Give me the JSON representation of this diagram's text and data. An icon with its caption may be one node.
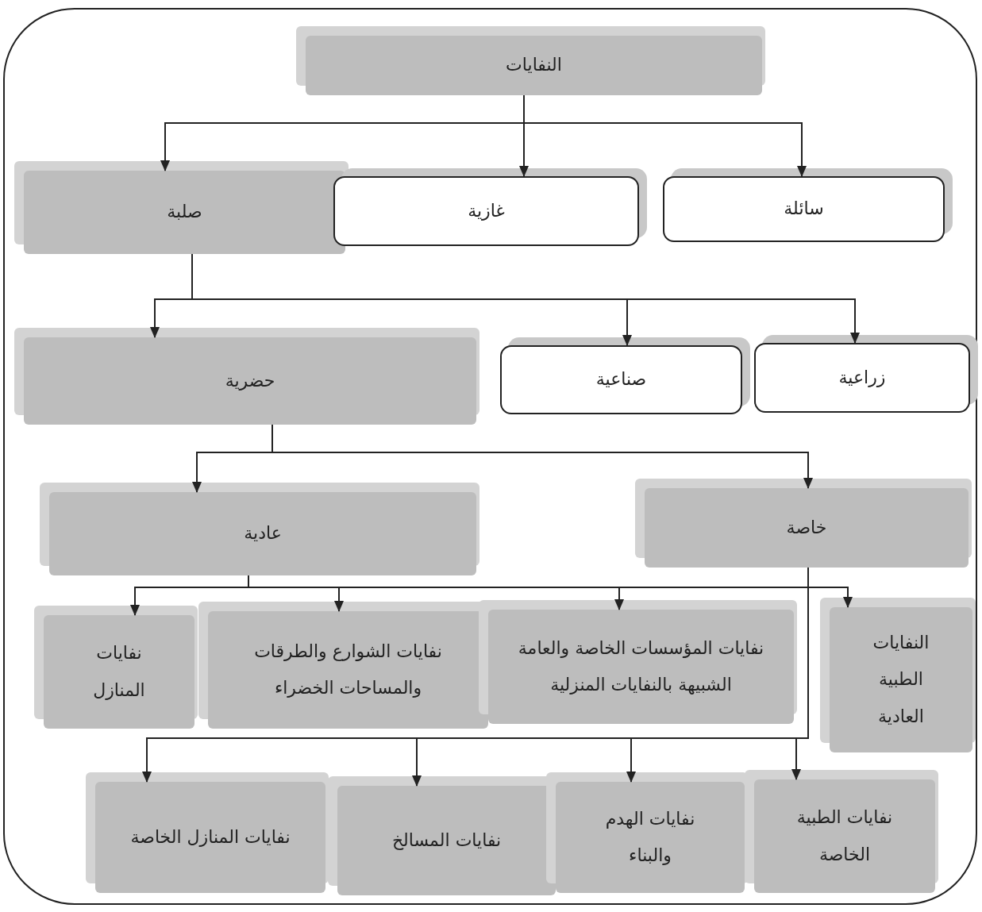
{
  "diagram": {
    "nodes": [
      {
        "text": [
          "النفايات"
        ]
      },
      {
        "text": [
          "صلبة"
        ]
      },
      {
        "text": [
          "غازية"
        ]
      },
      {
        "text": [
          "سائلة"
        ]
      },
      {
        "text": [
          "حضرية"
        ]
      },
      {
        "text": [
          "صناعية"
        ]
      },
      {
        "text": [
          "زراعية"
        ]
      },
      {
        "text": [
          "عادية"
        ]
      },
      {
        "text": [
          "خاصة"
        ]
      },
      {
        "text": [
          "نفايات المنازل"
        ]
      },
      {
        "text": [
          "نفايات الشوارع والطرقات والمساحات الخضراء"
        ]
      },
      {
        "text": [
          "نفايات المؤسسات الخاصة والعامة الشبيهة بالنفايات المنزلية"
        ]
      },
      {
        "text": [
          "النفايات الطبية العادية"
        ]
      },
      {
        "text": [
          "نفايات المنازل الخاصة"
        ]
      },
      {
        "text": [
          "نفايات المسالخ"
        ]
      },
      {
        "text": [
          "نفايات الهدم والبناء"
        ]
      },
      {
        "text": [
          "نفايات الطبية الخاصة"
        ]
      }
    ],
    "edges": [
      {
        "from": 0,
        "to": 1,
        "arrow": "to"
      },
      {
        "from": 0,
        "to": 2,
        "arrow": "to"
      },
      {
        "from": 0,
        "to": 3,
        "arrow": "to"
      },
      {
        "from": 1,
        "to": 4,
        "arrow": "to"
      },
      {
        "from": 1,
        "to": 5,
        "arrow": "to"
      },
      {
        "from": 1,
        "to": 6,
        "arrow": "to"
      },
      {
        "from": 4,
        "to": 7,
        "arrow": "to"
      },
      {
        "from": 4,
        "to": 8,
        "arrow": "to"
      },
      {
        "from": 7,
        "to": 9,
        "arrow": "to"
      },
      {
        "from": 7,
        "to": 10,
        "arrow": "to"
      },
      {
        "from": 7,
        "to": 11,
        "arrow": "to"
      },
      {
        "from": 7,
        "to": 12,
        "arrow": "to"
      },
      {
        "from": 8,
        "to": 13,
        "arrow": "to"
      },
      {
        "from": 8,
        "to": 14,
        "arrow": "to"
      },
      {
        "from": 8,
        "to": 15,
        "arrow": "to"
      },
      {
        "from": 8,
        "to": 16,
        "arrow": "to"
      }
    ]
  }
}
